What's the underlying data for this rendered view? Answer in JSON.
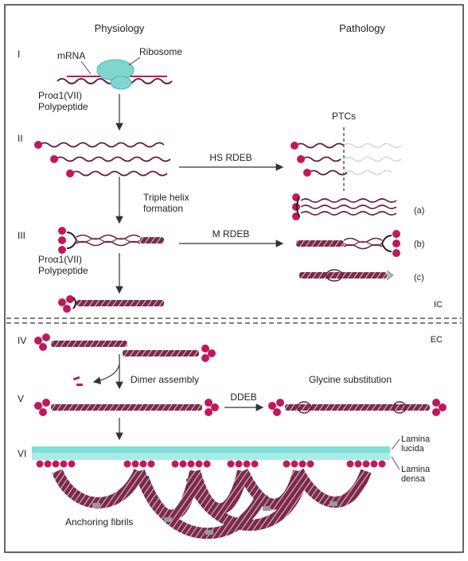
{
  "headers": {
    "left": "Physiology",
    "right": "Pathology"
  },
  "stages": [
    "I",
    "II",
    "III",
    "IV",
    "V",
    "VI"
  ],
  "labels": {
    "mrna": "mRNA",
    "ribosome": "Ribosome",
    "polypeptide_line1": "Proα1(VII)",
    "polypeptide_line2": "Polypeptide",
    "ptcs": "PTCs",
    "hs_rdeb": "HS RDEB",
    "triple_helix_line1": "Triple helix",
    "triple_helix_line2": "formation",
    "m_rdeb": "M RDEB",
    "variant_a": "(a)",
    "variant_b": "(b)",
    "variant_c": "(c)",
    "ic": "IC",
    "ec": "EC",
    "dimer_assembly": "Dimer assembly",
    "glycine_substitution": "Glycine substitution",
    "ddeb": "DDEB",
    "lamina_lucida_line1": "Lamina",
    "lamina_lucida_line2": "lucida",
    "lamina_densa_line1": "Lamina",
    "lamina_densa_line2": "densa",
    "anchoring_fibrils": "Anchoring fibrils"
  },
  "colors": {
    "strand": "#6a1f3f",
    "bead": "#c2185b",
    "ribosome": "#7fd6d0",
    "lamina": "#7fded7",
    "border": "#333333"
  }
}
